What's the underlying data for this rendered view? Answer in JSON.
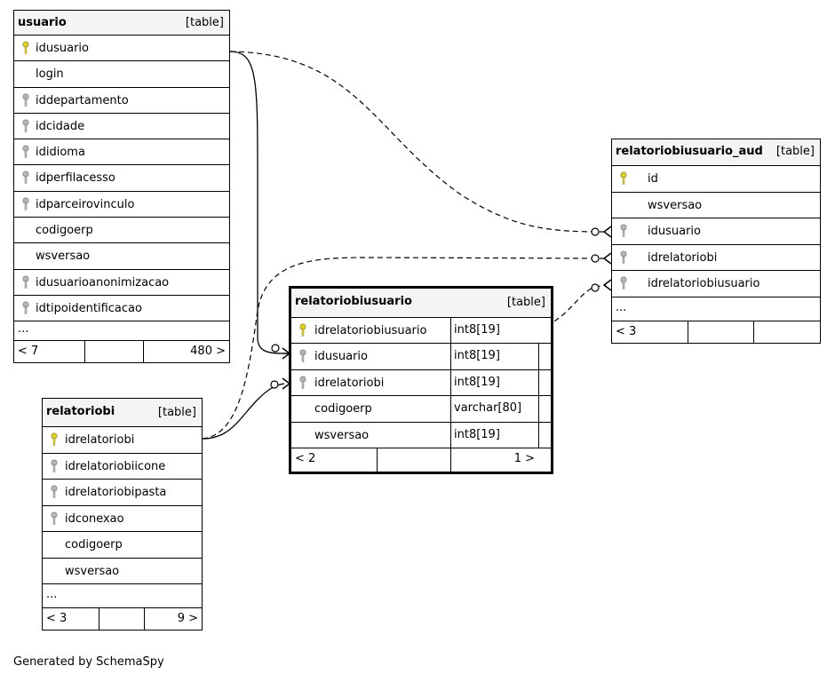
{
  "tables": {
    "usuario": {
      "name": "usuario",
      "kind": "[table]",
      "columns": [
        {
          "name": "idusuario",
          "key": "primary"
        },
        {
          "name": "login",
          "key": "none"
        },
        {
          "name": "iddepartamento",
          "key": "foreign"
        },
        {
          "name": "idcidade",
          "key": "foreign"
        },
        {
          "name": "ididioma",
          "key": "foreign"
        },
        {
          "name": "idperfilacesso",
          "key": "foreign"
        },
        {
          "name": "idparceirovinculo",
          "key": "foreign"
        },
        {
          "name": "codigoerp",
          "key": "none"
        },
        {
          "name": "wsversao",
          "key": "none"
        },
        {
          "name": "idusuarioanonimizacao",
          "key": "foreign"
        },
        {
          "name": "idtipoidentificacao",
          "key": "foreign"
        }
      ],
      "more": "...",
      "footer": [
        "< 7",
        "",
        "480 >"
      ]
    },
    "relatoriobiusuario_aud": {
      "name": "relatoriobiusuario_aud",
      "kind": "[table]",
      "columns": [
        {
          "name": "id",
          "key": "primary"
        },
        {
          "name": "wsversao",
          "key": "none"
        },
        {
          "name": "idusuario",
          "key": "foreign"
        },
        {
          "name": "idrelatoriobi",
          "key": "foreign"
        },
        {
          "name": "idrelatoriobiusuario",
          "key": "foreign"
        }
      ],
      "more": "...",
      "footer": [
        "< 3",
        "",
        ""
      ]
    },
    "relatoriobiusuario": {
      "name": "relatoriobiusuario",
      "kind": "[table]",
      "columns": [
        {
          "name": "idrelatoriobiusuario",
          "key": "primary",
          "type": "int8[19]"
        },
        {
          "name": "idusuario",
          "key": "foreign",
          "type": "int8[19]"
        },
        {
          "name": "idrelatoriobi",
          "key": "foreign",
          "type": "int8[19]"
        },
        {
          "name": "codigoerp",
          "key": "none",
          "type": "varchar[80]"
        },
        {
          "name": "wsversao",
          "key": "none",
          "type": "int8[19]"
        }
      ],
      "footer": [
        "< 2",
        "",
        "1 >"
      ]
    },
    "relatoriobi": {
      "name": "relatoriobi",
      "kind": "[table]",
      "columns": [
        {
          "name": "idrelatoriobi",
          "key": "primary"
        },
        {
          "name": "idrelatoriobiicone",
          "key": "foreign"
        },
        {
          "name": "idrelatoriobipasta",
          "key": "foreign"
        },
        {
          "name": "idconexao",
          "key": "foreign"
        },
        {
          "name": "codigoerp",
          "key": "none"
        },
        {
          "name": "wsversao",
          "key": "none"
        }
      ],
      "more": "...",
      "footer": [
        "< 3",
        "",
        "9 >"
      ]
    }
  },
  "generated_by": "Generated by SchemaSpy",
  "colors": {
    "primary_key": "#e6d200",
    "foreign_key": "#b4b4b4"
  }
}
